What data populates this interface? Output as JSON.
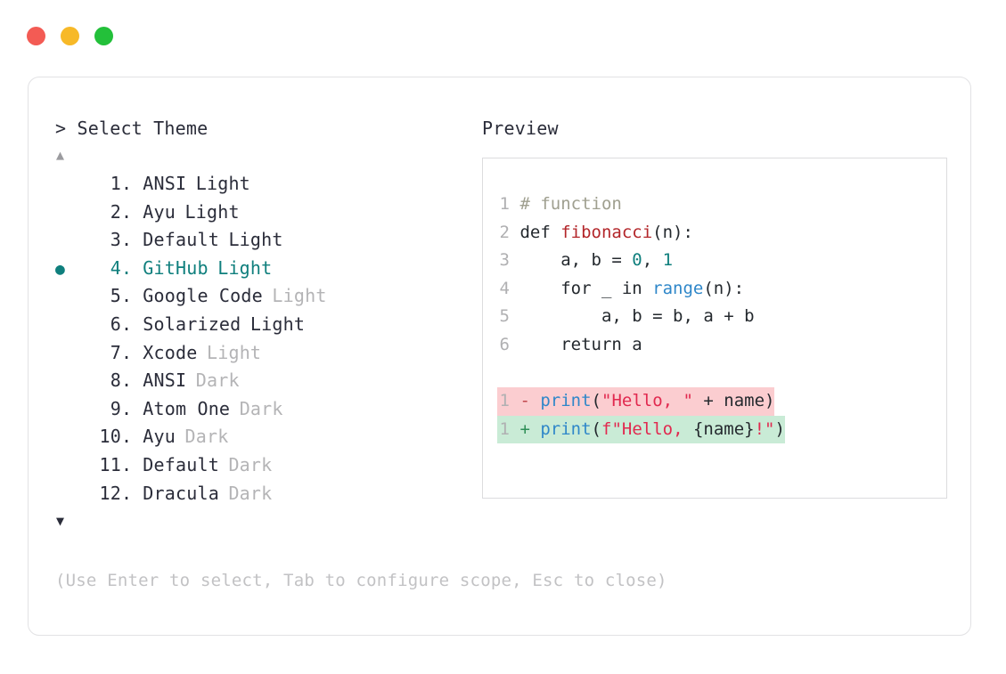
{
  "window": {
    "dots": [
      {
        "name": "close",
        "color": "#f35b54"
      },
      {
        "name": "minimize",
        "color": "#f7b928"
      },
      {
        "name": "maximize",
        "color": "#23c03a"
      }
    ]
  },
  "chooser": {
    "prompt": "> Select Theme",
    "scroll_up_icon": "▲",
    "scroll_down_icon": "▼",
    "selected_index": 4,
    "selected_marker": "●",
    "accent_color": "#0f7f7d",
    "items": [
      {
        "index": "1",
        "dot": ".",
        "name": "ANSI",
        "variant": "Light",
        "variant_muted": false
      },
      {
        "index": "2",
        "dot": ".",
        "name": "Ayu",
        "variant": "Light",
        "variant_muted": false
      },
      {
        "index": "3",
        "dot": ".",
        "name": "Default",
        "variant": "Light",
        "variant_muted": false
      },
      {
        "index": "4",
        "dot": ".",
        "name": "GitHub",
        "variant": "Light",
        "variant_muted": false
      },
      {
        "index": "5",
        "dot": ".",
        "name": "Google Code",
        "variant": "Light",
        "variant_muted": true
      },
      {
        "index": "6",
        "dot": ".",
        "name": "Solarized",
        "variant": "Light",
        "variant_muted": false
      },
      {
        "index": "7",
        "dot": ".",
        "name": "Xcode",
        "variant": "Light",
        "variant_muted": true
      },
      {
        "index": "8",
        "dot": ".",
        "name": "ANSI",
        "variant": "Dark",
        "variant_muted": true
      },
      {
        "index": "9",
        "dot": ".",
        "name": "Atom One",
        "variant": "Dark",
        "variant_muted": true
      },
      {
        "index": "10",
        "dot": ".",
        "name": "Ayu",
        "variant": "Dark",
        "variant_muted": true
      },
      {
        "index": "11",
        "dot": ".",
        "name": "Default",
        "variant": "Dark",
        "variant_muted": true
      },
      {
        "index": "12",
        "dot": ".",
        "name": "Dracula",
        "variant": "Dark",
        "variant_muted": true
      }
    ]
  },
  "preview": {
    "title": "Preview",
    "code_lines": [
      {
        "lno": "1",
        "row": "normal",
        "tokens": [
          {
            "text": " ",
            "cls": "t-plain"
          },
          {
            "text": "# function",
            "cls": "t-comment"
          }
        ]
      },
      {
        "lno": "2",
        "row": "normal",
        "tokens": [
          {
            "text": " ",
            "cls": "t-plain"
          },
          {
            "text": "def ",
            "cls": "t-kw"
          },
          {
            "text": "fibonacci",
            "cls": "t-fn"
          },
          {
            "text": "(n):",
            "cls": "t-punc"
          }
        ]
      },
      {
        "lno": "3",
        "row": "normal",
        "tokens": [
          {
            "text": "     a, b = ",
            "cls": "t-plain"
          },
          {
            "text": "0",
            "cls": "t-num"
          },
          {
            "text": ", ",
            "cls": "t-plain"
          },
          {
            "text": "1",
            "cls": "t-num"
          }
        ]
      },
      {
        "lno": "4",
        "row": "normal",
        "tokens": [
          {
            "text": "     for _ in ",
            "cls": "t-plain"
          },
          {
            "text": "range",
            "cls": "t-builtin"
          },
          {
            "text": "(n):",
            "cls": "t-punc"
          }
        ]
      },
      {
        "lno": "5",
        "row": "normal",
        "tokens": [
          {
            "text": "         a, b = b, a + b",
            "cls": "t-plain"
          }
        ]
      },
      {
        "lno": "6",
        "row": "normal",
        "tokens": [
          {
            "text": "     return a",
            "cls": "t-plain"
          }
        ]
      },
      {
        "lno": "",
        "row": "blank",
        "tokens": []
      },
      {
        "lno": "1",
        "row": "del",
        "tokens": [
          {
            "text": " ",
            "cls": "t-plain"
          },
          {
            "text": "- ",
            "cls": "t-del"
          },
          {
            "text": "print",
            "cls": "t-builtin"
          },
          {
            "text": "(",
            "cls": "t-punc"
          },
          {
            "text": "\"Hello, \"",
            "cls": "t-str"
          },
          {
            "text": " + name",
            "cls": "t-plain"
          },
          {
            "text": ")",
            "cls": "t-punc"
          }
        ]
      },
      {
        "lno": "1",
        "row": "add",
        "tokens": [
          {
            "text": " ",
            "cls": "t-plain"
          },
          {
            "text": "+ ",
            "cls": "t-add"
          },
          {
            "text": "print",
            "cls": "t-builtin"
          },
          {
            "text": "(",
            "cls": "t-punc"
          },
          {
            "text": "f\"Hello, ",
            "cls": "t-str"
          },
          {
            "text": "{name}",
            "cls": "t-plain"
          },
          {
            "text": "!\"",
            "cls": "t-str"
          },
          {
            "text": ")",
            "cls": "t-punc"
          }
        ]
      }
    ]
  },
  "footer": {
    "hint": "(Use Enter to select, Tab to configure scope, Esc to close)"
  }
}
